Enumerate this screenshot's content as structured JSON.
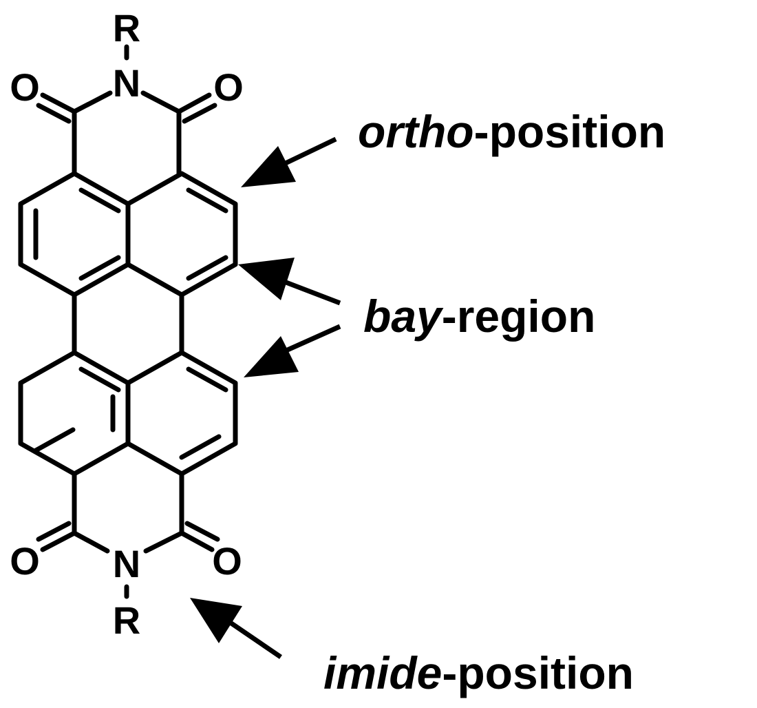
{
  "atoms": {
    "r_top": "R",
    "n_top": "N",
    "o_top_left": "O",
    "o_top_right": "O",
    "o_bottom_left": "O",
    "o_bottom_right": "O",
    "n_bottom": "N",
    "r_bottom": "R"
  },
  "labels": {
    "ortho": {
      "italic": "ortho",
      "rest": "-position"
    },
    "bay": {
      "italic": "bay",
      "rest": "-region"
    },
    "imide": {
      "italic": "imide",
      "rest": "-position"
    }
  }
}
